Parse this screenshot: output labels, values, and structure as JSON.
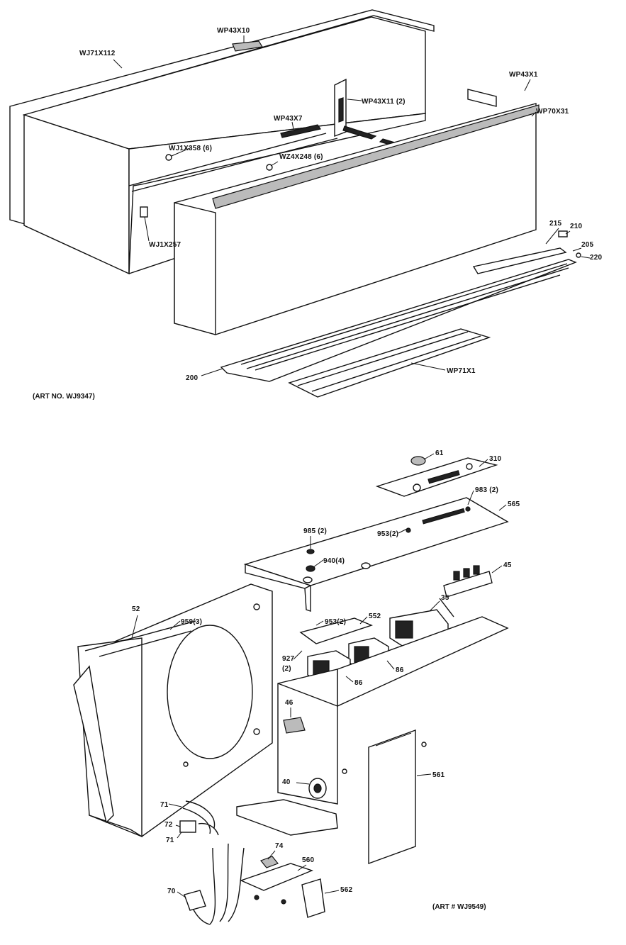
{
  "diagram": {
    "top_assembly": {
      "labels": [
        "WP43X10",
        "WJ71X112",
        "WP43X1",
        "WP43X11 (2)",
        "WP70X31",
        "WP43X7",
        "WJ1X358 (6)",
        "WZ4X248 (6)",
        "WJ1X257",
        "215",
        "210",
        "205",
        "220",
        "200",
        "WP71X1"
      ],
      "art_number": "(ART NO. WJ9347)"
    },
    "bottom_assembly": {
      "labels": [
        "61",
        "310",
        "983 (2)",
        "565",
        "985 (2)",
        "953(2)",
        "940(4)",
        "45",
        "52",
        "959(3)",
        "35",
        "953(2)",
        "552",
        "927",
        "(2)",
        "86",
        "86",
        "46",
        "561",
        "40",
        "71",
        "72",
        "71",
        "74",
        "560",
        "70",
        "562"
      ],
      "art_number": "(ART # WJ9549)"
    }
  }
}
